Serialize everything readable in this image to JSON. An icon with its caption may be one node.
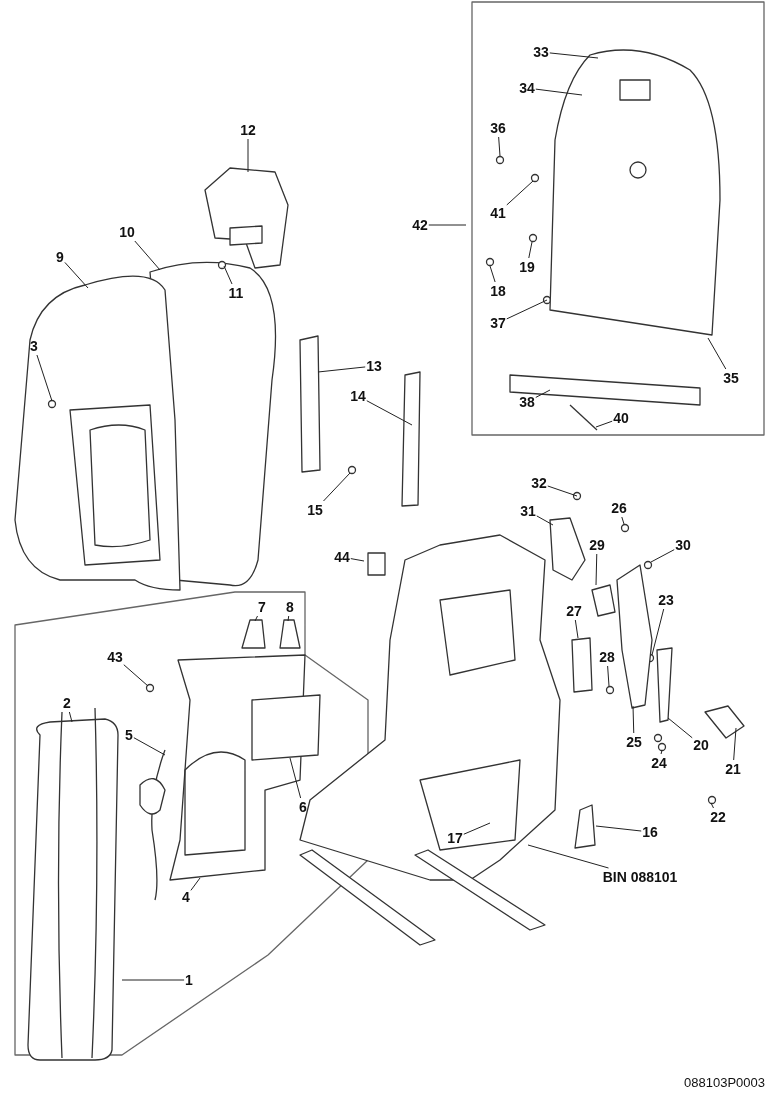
{
  "diagram": {
    "nodes": [
      {
        "text": [
          "12"
        ]
      },
      {
        "text": [
          "10"
        ]
      },
      {
        "text": [
          "9"
        ]
      },
      {
        "text": [
          "11"
        ]
      },
      {
        "text": [
          "3"
        ]
      },
      {
        "text": [
          "13"
        ]
      },
      {
        "text": [
          "14"
        ]
      },
      {
        "text": [
          "15"
        ]
      },
      {
        "text": [
          "44"
        ]
      },
      {
        "text": [
          "7"
        ]
      },
      {
        "text": [
          "8"
        ]
      },
      {
        "text": [
          "43"
        ]
      },
      {
        "text": [
          "2"
        ]
      },
      {
        "text": [
          "5"
        ]
      },
      {
        "text": [
          "6"
        ]
      },
      {
        "text": [
          "4"
        ]
      },
      {
        "text": [
          "1"
        ]
      },
      {
        "text": [
          "33"
        ]
      },
      {
        "text": [
          "34"
        ]
      },
      {
        "text": [
          "36"
        ]
      },
      {
        "text": [
          "42"
        ]
      },
      {
        "text": [
          "41"
        ]
      },
      {
        "text": [
          "19"
        ]
      },
      {
        "text": [
          "18"
        ]
      },
      {
        "text": [
          "37"
        ]
      },
      {
        "text": [
          "35"
        ]
      },
      {
        "text": [
          "38"
        ]
      },
      {
        "text": [
          "40"
        ]
      },
      {
        "text": [
          "32"
        ]
      },
      {
        "text": [
          "26"
        ]
      },
      {
        "text": [
          "31"
        ]
      },
      {
        "text": [
          "30"
        ]
      },
      {
        "text": [
          "29"
        ]
      },
      {
        "text": [
          "23"
        ]
      },
      {
        "text": [
          "27"
        ]
      },
      {
        "text": [
          "28"
        ]
      },
      {
        "text": [
          "20"
        ]
      },
      {
        "text": [
          "25"
        ]
      },
      {
        "text": [
          "24"
        ]
      },
      {
        "text": [
          "21"
        ]
      },
      {
        "text": [
          "22"
        ]
      },
      {
        "text": [
          "16"
        ]
      },
      {
        "text": [
          "17"
        ]
      },
      {
        "text": [
          "BIN 088101"
        ]
      }
    ],
    "edges": [
      {
        "from": 0,
        "to": null,
        "arrow": "none"
      },
      {
        "from": 1,
        "to": null,
        "arrow": "none"
      },
      {
        "from": 2,
        "to": null,
        "arrow": "none"
      },
      {
        "from": 3,
        "to": null,
        "arrow": "none"
      },
      {
        "from": 4,
        "to": null,
        "arrow": "none"
      },
      {
        "from": 5,
        "to": null,
        "arrow": "none"
      },
      {
        "from": 6,
        "to": null,
        "arrow": "none"
      },
      {
        "from": 7,
        "to": null,
        "arrow": "none"
      },
      {
        "from": 8,
        "to": null,
        "arrow": "none"
      },
      {
        "from": 9,
        "to": null,
        "arrow": "none"
      },
      {
        "from": 10,
        "to": null,
        "arrow": "none"
      },
      {
        "from": 11,
        "to": null,
        "arrow": "none"
      },
      {
        "from": 12,
        "to": null,
        "arrow": "none"
      },
      {
        "from": 13,
        "to": null,
        "arrow": "none"
      },
      {
        "from": 14,
        "to": null,
        "arrow": "none"
      },
      {
        "from": 15,
        "to": null,
        "arrow": "none"
      },
      {
        "from": 16,
        "to": null,
        "arrow": "none"
      },
      {
        "from": 17,
        "to": null,
        "arrow": "none"
      },
      {
        "from": 18,
        "to": null,
        "arrow": "none"
      },
      {
        "from": 19,
        "to": null,
        "arrow": "none"
      },
      {
        "from": 20,
        "to": null,
        "arrow": "none"
      },
      {
        "from": 21,
        "to": null,
        "arrow": "none"
      },
      {
        "from": 22,
        "to": null,
        "arrow": "none"
      },
      {
        "from": 23,
        "to": null,
        "arrow": "none"
      },
      {
        "from": 24,
        "to": null,
        "arrow": "none"
      },
      {
        "from": 25,
        "to": null,
        "arrow": "none"
      },
      {
        "from": 26,
        "to": null,
        "arrow": "none"
      },
      {
        "from": 27,
        "to": null,
        "arrow": "none"
      },
      {
        "from": 28,
        "to": null,
        "arrow": "none"
      },
      {
        "from": 29,
        "to": null,
        "arrow": "none"
      },
      {
        "from": 30,
        "to": null,
        "arrow": "none"
      },
      {
        "from": 31,
        "to": null,
        "arrow": "none"
      },
      {
        "from": 32,
        "to": null,
        "arrow": "none"
      },
      {
        "from": 33,
        "to": null,
        "arrow": "none"
      },
      {
        "from": 34,
        "to": null,
        "arrow": "none"
      },
      {
        "from": 35,
        "to": null,
        "arrow": "none"
      },
      {
        "from": 36,
        "to": null,
        "arrow": "none"
      },
      {
        "from": 37,
        "to": null,
        "arrow": "none"
      },
      {
        "from": 38,
        "to": null,
        "arrow": "none"
      },
      {
        "from": 39,
        "to": null,
        "arrow": "none"
      },
      {
        "from": 40,
        "to": null,
        "arrow": "none"
      },
      {
        "from": 41,
        "to": null,
        "arrow": "none"
      },
      {
        "from": 42,
        "to": null,
        "arrow": "none"
      },
      {
        "from": 43,
        "to": null,
        "arrow": "none"
      }
    ],
    "labels": [
      "088103P0003"
    ]
  }
}
